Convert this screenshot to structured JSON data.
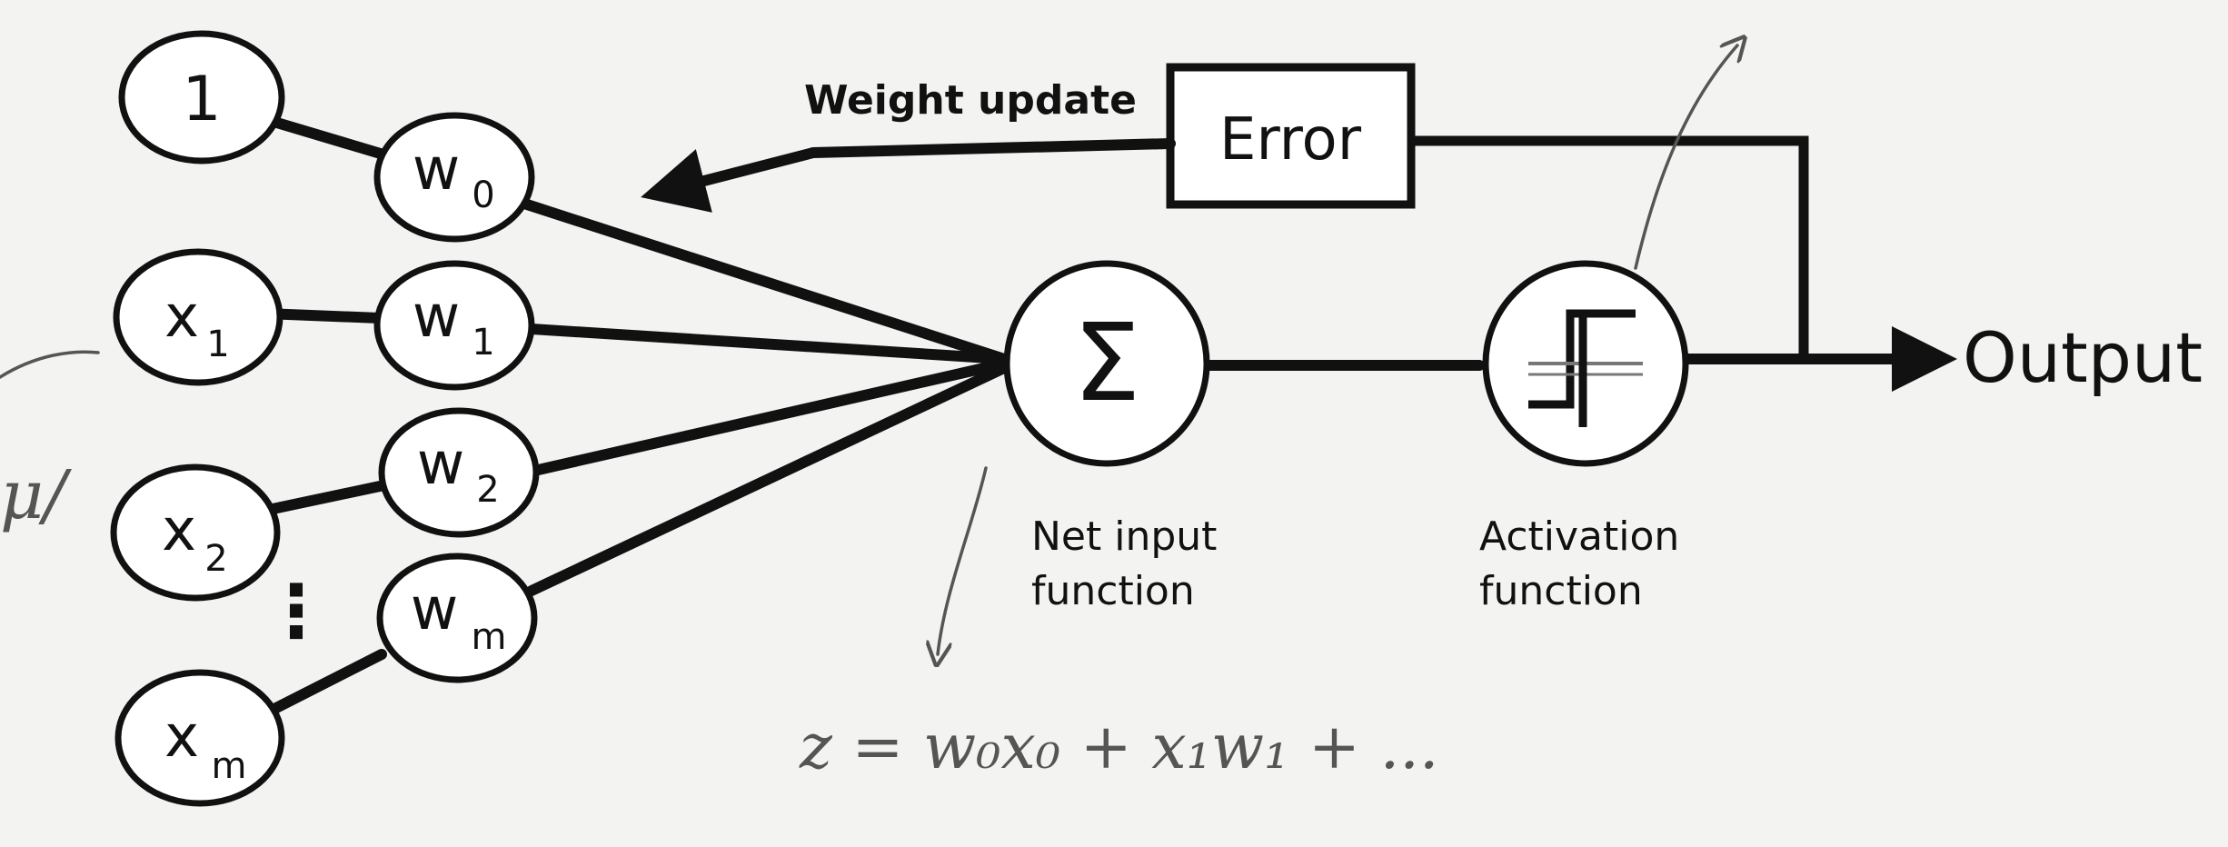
{
  "inputs": {
    "bias": "1",
    "x1": "x",
    "x1_sub": "1",
    "x2": "x",
    "x2_sub": "2",
    "dots": "⋮",
    "xm": "x",
    "xm_sub": "m"
  },
  "weights": {
    "w0": "w",
    "w0_sub": "0",
    "w1": "w",
    "w1_sub": "1",
    "w2": "w",
    "w2_sub": "2",
    "wm": "w",
    "wm_sub": "m"
  },
  "feedback": {
    "weight_update_label": "Weight update",
    "error_label": "Error"
  },
  "sum_node": {
    "symbol": "Σ",
    "label_line1": "Net input",
    "label_line2": "function"
  },
  "activation_node": {
    "label_line1": "Activation",
    "label_line2": "function"
  },
  "output": {
    "label": "Output"
  },
  "handwriting": {
    "left_note": "μ/",
    "equation": "z = w₀x₀ + x₁w₁ + ..."
  },
  "colors": {
    "ink": "#111111",
    "paper": "#f3f3f1",
    "pencil": "#555555"
  }
}
